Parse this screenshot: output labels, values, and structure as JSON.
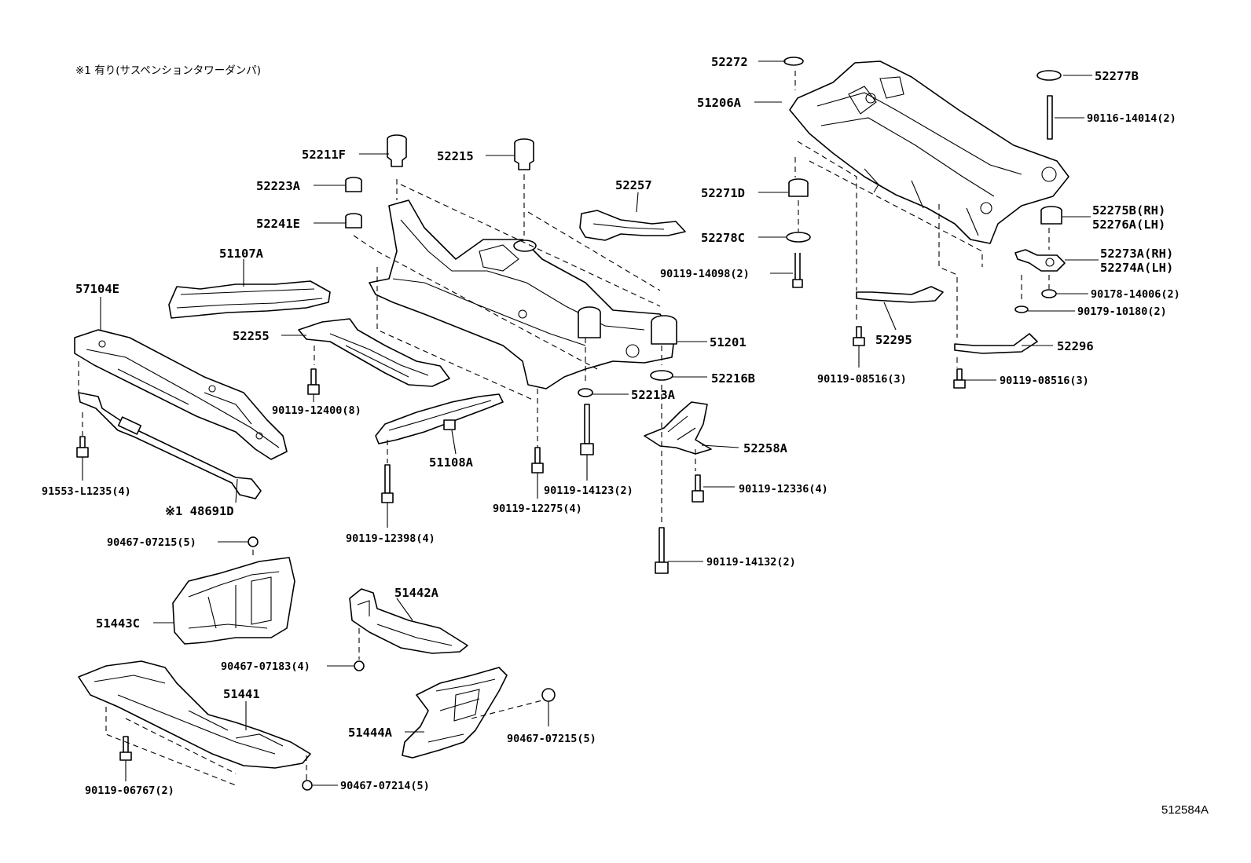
{
  "note": "※1 有り(サスペンションタワーダンパ)",
  "ref": "512584A",
  "labels": {
    "p52272": "52272",
    "p51206A": "51206A",
    "p52277B": "52277B",
    "p9011614014": "90116-14014(2)",
    "p52211F": "52211F",
    "p52215": "52215",
    "p52223A": "52223A",
    "p52241E": "52241E",
    "p52257": "52257",
    "p52271D": "52271D",
    "p52278C": "52278C",
    "p52275B": "52275B(RH)",
    "p52276A": "52276A(LH)",
    "p51107A": "51107A",
    "p9011914098": "90119-14098(2)",
    "p52273A": "52273A(RH)",
    "p52274A": "52274A(LH)",
    "p57104E": "57104E",
    "p9017814006": "90178-14006(2)",
    "p9017910180": "90179-10180(2)",
    "p52255": "52255",
    "p51201": "51201",
    "p52295": "52295",
    "p52296": "52296",
    "p52216B": "52216B",
    "p9011908516a": "90119-08516(3)",
    "p9011908516b": "90119-08516(3)",
    "p9011912400": "90119-12400(8)",
    "p52213A": "52213A",
    "p52258A": "52258A",
    "p51108A": "51108A",
    "p9155312355": "91553-L1235(4)",
    "p9011914123": "90119-14123(2)",
    "p9011912336": "90119-12336(4)",
    "p48691D": "※1 48691D",
    "p9011912275": "90119-12275(4)",
    "p9011912398": "90119-12398(4)",
    "p9046707215a": "90467-07215(5)",
    "p9011914132": "90119-14132(2)",
    "p51442A": "51442A",
    "p51443C": "51443C",
    "p9046707183": "90467-07183(4)",
    "p51441": "51441",
    "p51444A": "51444A",
    "p9046707215b": "90467-07215(5)",
    "p9011906767": "90119-06767(2)",
    "p9046707214": "90467-07214(5)"
  }
}
